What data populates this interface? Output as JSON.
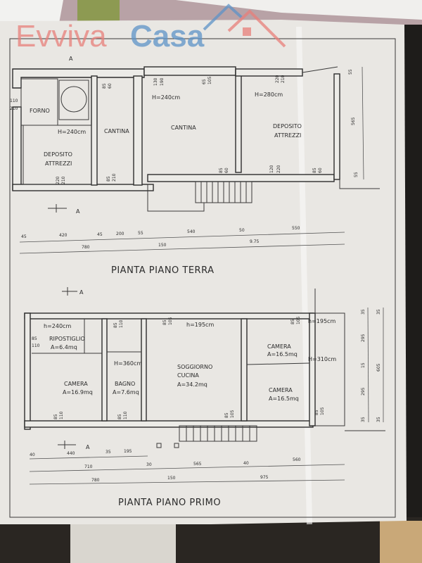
{
  "logo": {
    "part1": "Evviva",
    "part2": "Casa"
  },
  "section_marker": "A",
  "ground_floor": {
    "title": "PIANTA PIANO TERRA",
    "rooms": [
      {
        "name": "FORNO"
      },
      {
        "name_l1": "DEPOSITO",
        "name_l2": "ATTREZZI",
        "height": "H=240cm"
      },
      {
        "name": "CANTINA"
      },
      {
        "name": "CANTINA",
        "height": "H=240cm"
      },
      {
        "name_l1": "DEPOSITO",
        "name_l2": "ATTREZZI",
        "height": "H=280cm"
      }
    ],
    "openings": [
      [
        "110",
        "210"
      ],
      [
        "220",
        "210"
      ],
      [
        "85",
        "60"
      ],
      [
        "85",
        "210"
      ],
      [
        "130",
        "190"
      ],
      [
        "65",
        "105"
      ],
      [
        "220",
        "210"
      ],
      [
        "120",
        "220"
      ],
      [
        "85",
        "60"
      ],
      [
        "85",
        "60"
      ]
    ],
    "vertical_dims": [
      "55",
      "565",
      "55"
    ],
    "dims_row1": [
      "45",
      "420",
      "45",
      "200",
      "55",
      "540",
      "50",
      "550"
    ],
    "dims_row2": [
      "780",
      "150",
      "9.75"
    ]
  },
  "first_floor": {
    "title": "PIANTA PIANO PRIMO",
    "rooms": [
      {
        "name": "RIPOSTIGLIO",
        "area": "A=6.4mq",
        "height": "h=240cm"
      },
      {
        "name": "CAMERA",
        "area": "A=16.9mq"
      },
      {
        "name": "BAGNO",
        "area": "A=7.6mq",
        "height": "H=360cm"
      },
      {
        "name_l1": "SOGGIORNO",
        "name_l2": "CUCINA",
        "area": "A=34.2mq",
        "height": "h=195cm"
      },
      {
        "name": "CAMERA",
        "area": "A=16.5mq",
        "height": "h=195cm"
      },
      {
        "name": "CAMERA",
        "area": "A=16.5mq",
        "height": "H=310cm"
      }
    ],
    "openings": [
      [
        "85",
        "110"
      ],
      [
        "85",
        "110"
      ],
      [
        "85",
        "105"
      ],
      [
        "85",
        "110"
      ],
      [
        "85",
        "110"
      ],
      [
        "85",
        "105"
      ],
      [
        "85",
        "105"
      ],
      [
        "85",
        "105"
      ]
    ],
    "vertical_dims_inner": [
      "35",
      "295",
      "15",
      "295",
      "35"
    ],
    "vertical_dims_outer": [
      "35",
      "605",
      "35"
    ],
    "dims_row1": [
      "40",
      "440",
      "35",
      "195"
    ],
    "dims_row2": [
      "710",
      "30",
      "565",
      "40",
      "560"
    ],
    "dims_row3": [
      "780",
      "150",
      "975"
    ]
  }
}
